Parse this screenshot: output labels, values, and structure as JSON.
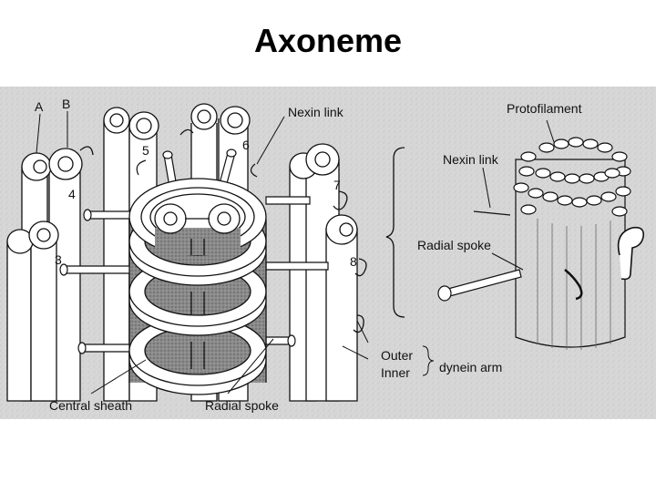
{
  "title": "Axoneme",
  "labels": {
    "doublet_a": "A",
    "doublet_b": "B",
    "doublet_3": "3",
    "doublet_4": "4",
    "doublet_5": "5",
    "doublet_6": "6",
    "doublet_7": "7",
    "doublet_8": "8",
    "nexin_link_left": "Nexin link",
    "central_sheath": "Central sheath",
    "radial_spoke_left": "Radial spoke",
    "outer": "Outer",
    "inner": "Inner",
    "dynein_arm": "dynein arm",
    "protofilament": "Protofilament",
    "nexin_link_right": "Nexin link",
    "radial_spoke_right": "Radial spoke"
  },
  "colors": {
    "background": "#ffffff",
    "figure_background": "#d9d9d9",
    "line": "#111111",
    "tube_fill": "#ffffff"
  }
}
